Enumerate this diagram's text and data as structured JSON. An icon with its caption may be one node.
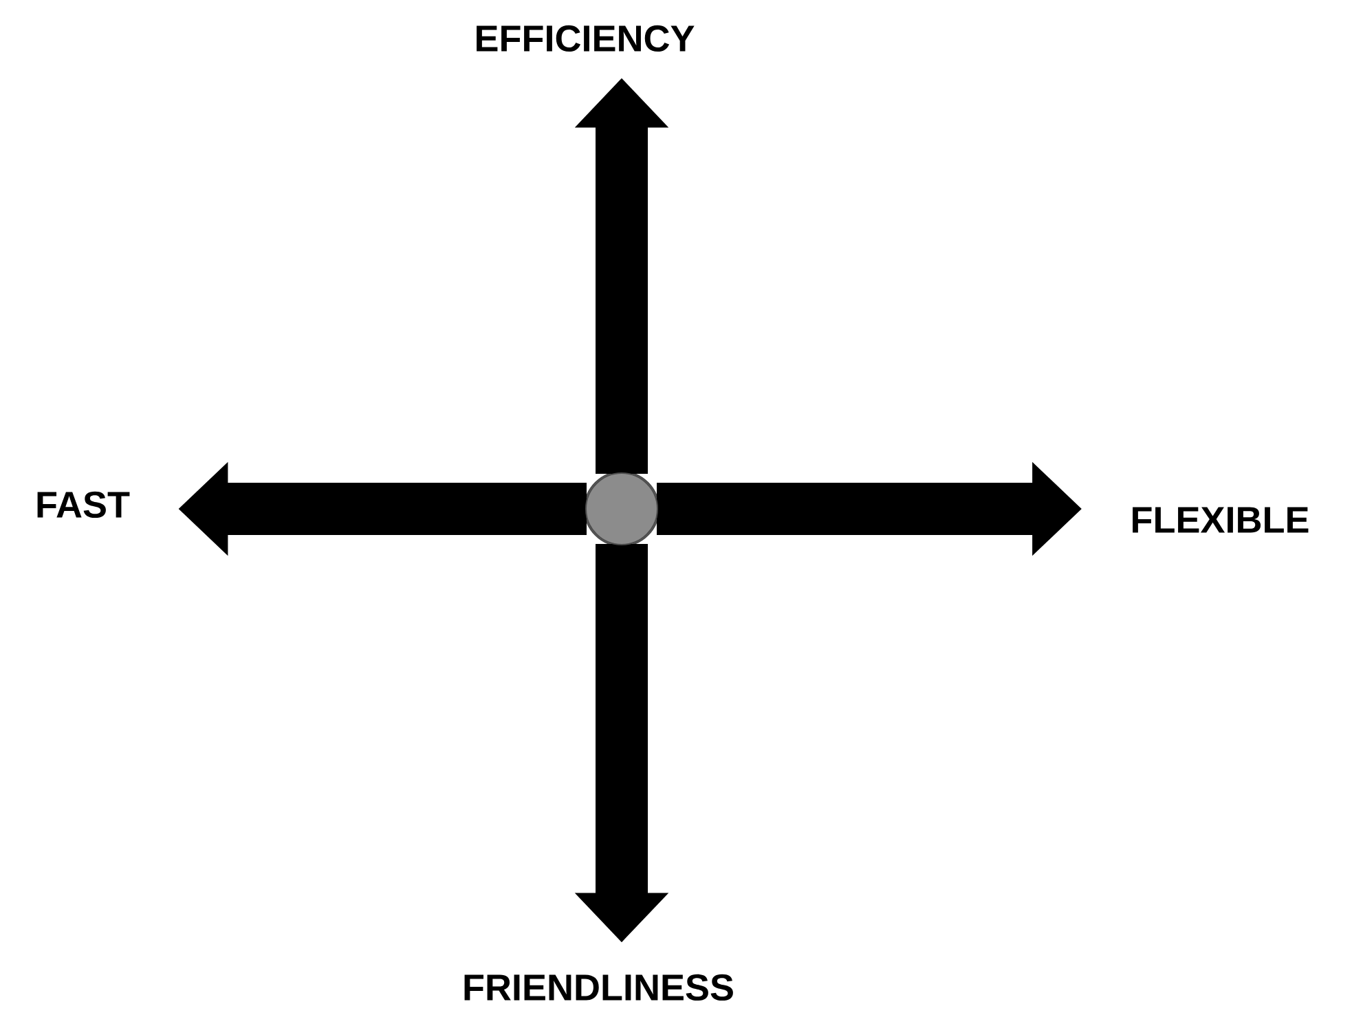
{
  "diagram": {
    "nodes": [
      {
        "text": [
          "EFFICIENCY"
        ]
      },
      {
        "text": [
          "FAST"
        ]
      },
      {
        "text": [],
        "shape": "circle"
      },
      {
        "text": [
          "FLEXIBLE"
        ]
      },
      {
        "text": [
          "FRIENDLINESS"
        ]
      }
    ],
    "edges": [
      {
        "from": 2,
        "to": 0,
        "arrow": "to"
      },
      {
        "from": 2,
        "to": 1,
        "arrow": "to"
      },
      {
        "from": 2,
        "to": 3,
        "arrow": "to"
      },
      {
        "from": 2,
        "to": 4,
        "arrow": "to"
      }
    ]
  }
}
